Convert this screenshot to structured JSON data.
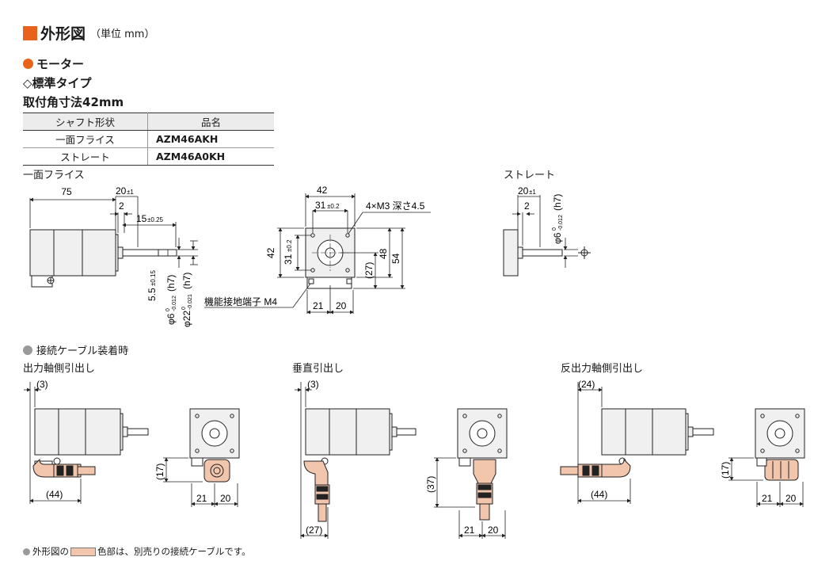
{
  "header": {
    "title": "外形図",
    "unit": "（単位 mm）"
  },
  "motor_heading": "モーター",
  "type_heading": "◇標準タイプ",
  "mount_heading": "取付角寸法42mm",
  "table": {
    "headers": [
      "シャフト形状",
      "品名"
    ],
    "rows": [
      {
        "shaft": "一面フライス",
        "product": "AZM46AKH"
      },
      {
        "shaft": "ストレート",
        "product": "AZM46A0KH"
      }
    ]
  },
  "views": {
    "flat_label": "一面フライス",
    "straight_label": "ストレート",
    "dims": {
      "d75": "75",
      "d20": "20",
      "pm1": "±1",
      "d2": "2",
      "d15": "15",
      "pm025": "±0.25",
      "d55": "5.5",
      "pm015": "±0.15",
      "phi6": "φ6",
      "phi22": "φ22",
      "tol0": "0",
      "tolm0012": "-0.012",
      "tolm0021": "-0.021",
      "h7": "(h7)",
      "d42": "42",
      "d31": "31",
      "pm02": "±0.2",
      "m3": "4×M3 深さ4.5",
      "d27p": "(27)",
      "d48": "48",
      "d54": "54",
      "d21": "21",
      "d20b": "20",
      "ground": "機能接地端子 M4"
    }
  },
  "cable": {
    "heading": "接続ケーブル装着時",
    "output": "出力軸側引出し",
    "vertical": "垂直引出し",
    "opposite": "反出力軸側引出し",
    "d3": "(3)",
    "d24": "(24)",
    "d44": "(44)",
    "d17": "(17)",
    "d37": "(37)",
    "d27": "(27)",
    "d21": "21",
    "d20": "20"
  },
  "footnote": {
    "pre": "外形図の",
    "post": "色部は、別売りの接続ケーブルです。"
  },
  "colors": {
    "accent": "#e8621c",
    "cable": "#f2c6ac",
    "motor_fill": "#f0f0f0",
    "gray_dot": "#9a9a9a"
  }
}
